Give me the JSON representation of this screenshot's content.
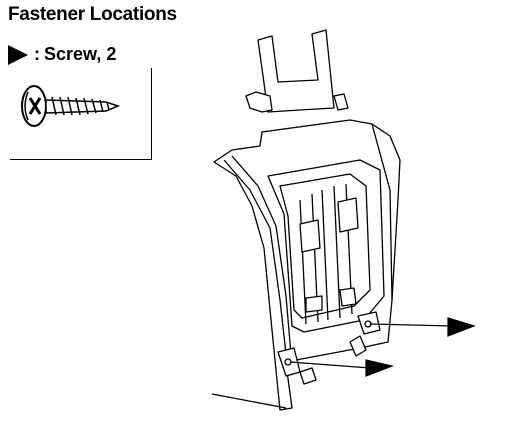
{
  "title": "Fastener Locations",
  "legend": {
    "marker_icon": "filled-triangle-arrow",
    "separator": ":",
    "label": "Screw, 2",
    "part_icon": "screw-icon"
  },
  "diagram": {
    "subject": "panel-assembly-line-drawing",
    "callout_count": 2,
    "callout_icon": "filled-triangle-arrow"
  }
}
